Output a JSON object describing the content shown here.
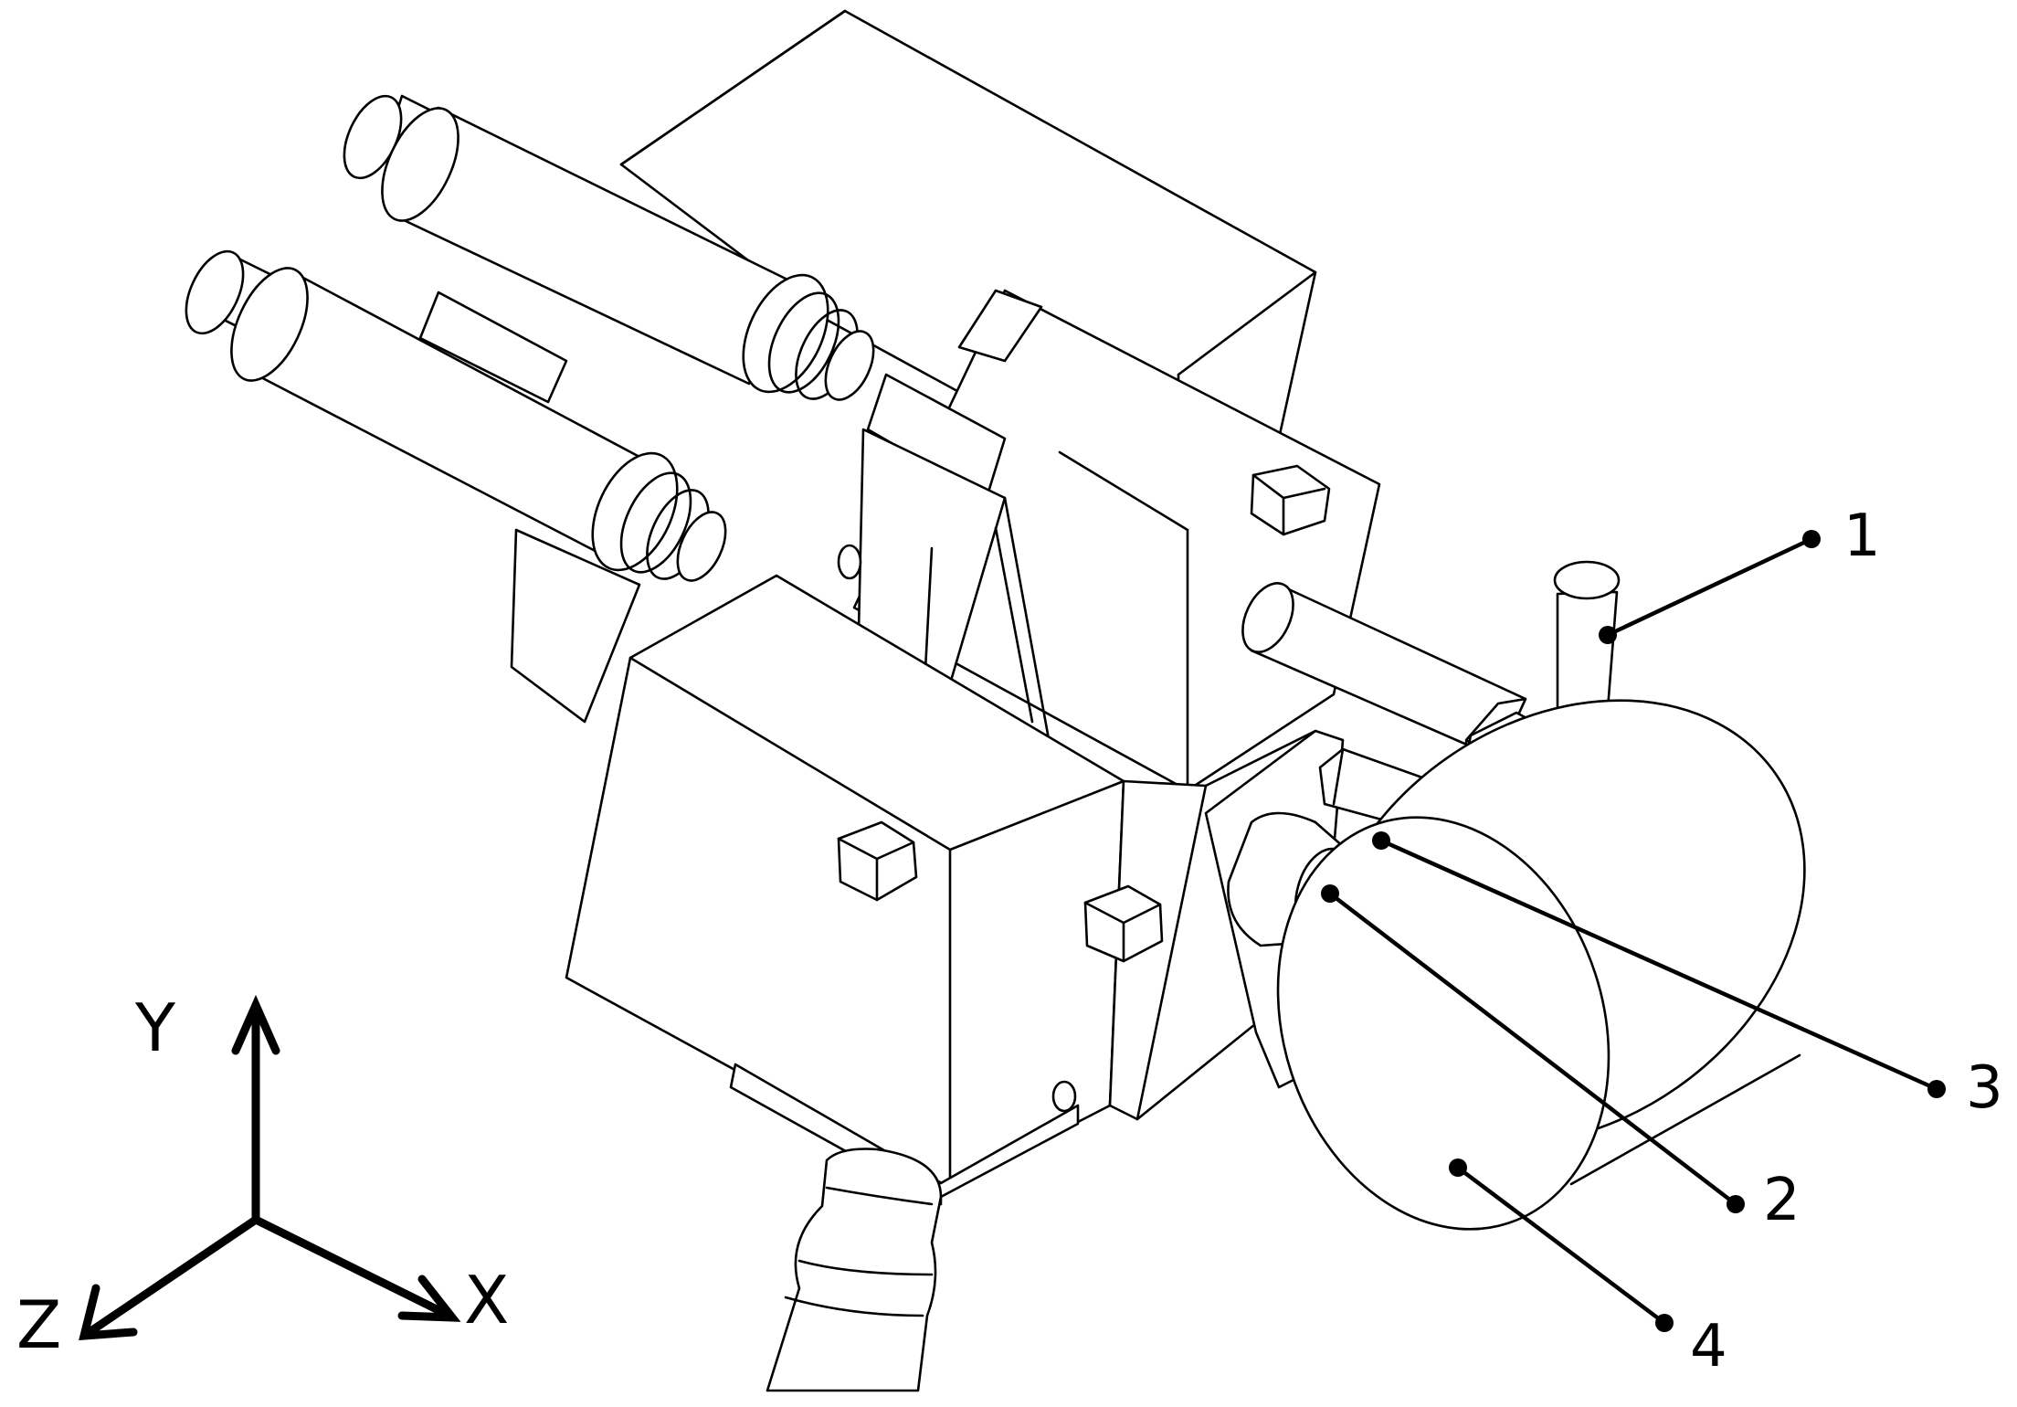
{
  "callouts": [
    {
      "id": "1",
      "label": "1"
    },
    {
      "id": "2",
      "label": "2"
    },
    {
      "id": "3",
      "label": "3"
    },
    {
      "id": "4",
      "label": "4"
    }
  ],
  "axes": {
    "x_label": "X",
    "y_label": "Y",
    "z_label": "Z"
  },
  "colors": {
    "line": "#000000",
    "background": "#ffffff"
  }
}
